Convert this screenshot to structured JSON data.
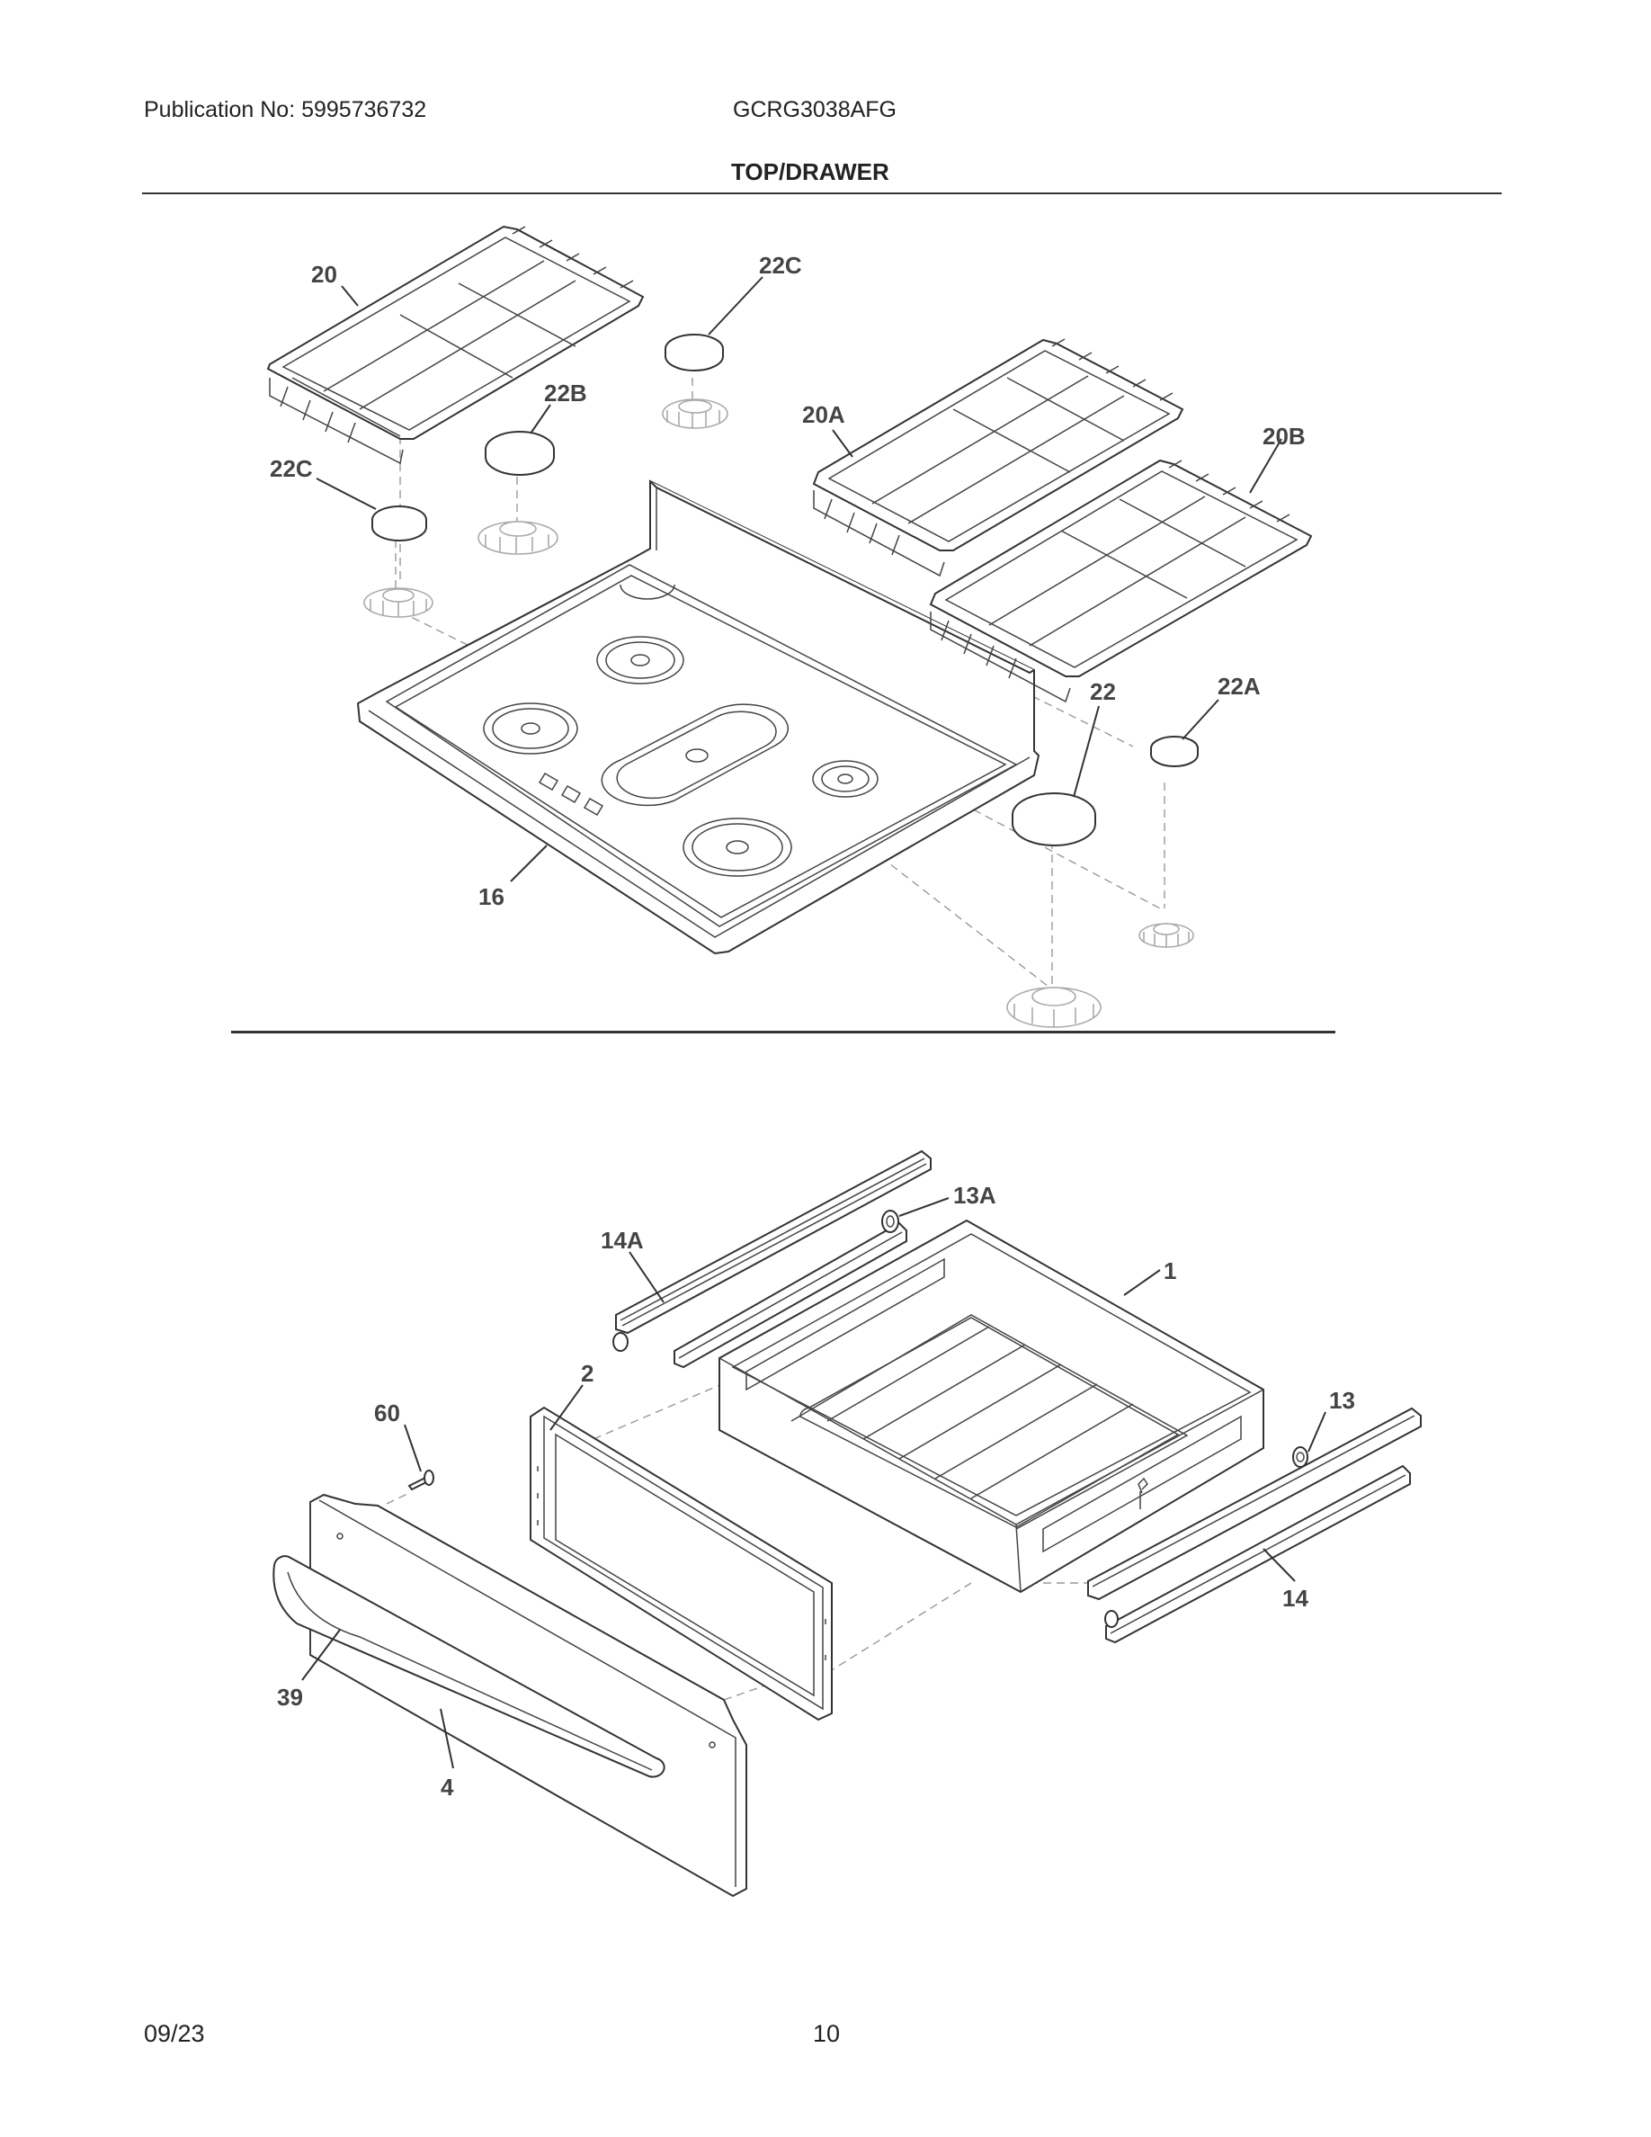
{
  "header": {
    "publication": "Publication No: 5995736732",
    "model": "GCRG3038AFG",
    "section_title": "TOP/DRAWER"
  },
  "footer": {
    "date": "09/23",
    "page": "10"
  },
  "callouts": {
    "grate_left": "20",
    "grate_center": "20A",
    "grate_right": "20B",
    "cap_top": "22C",
    "cap_left": "22C",
    "cap_mid": "22B",
    "cap_large": "22",
    "cap_small": "22A",
    "cooktop": "16",
    "drawer_box": "1",
    "drawer_liner": "2",
    "drawer_panel": "4",
    "handle": "39",
    "screw": "60",
    "slide_left": "14A",
    "roller_left": "13A",
    "roller_right": "13",
    "slide_right": "14"
  }
}
